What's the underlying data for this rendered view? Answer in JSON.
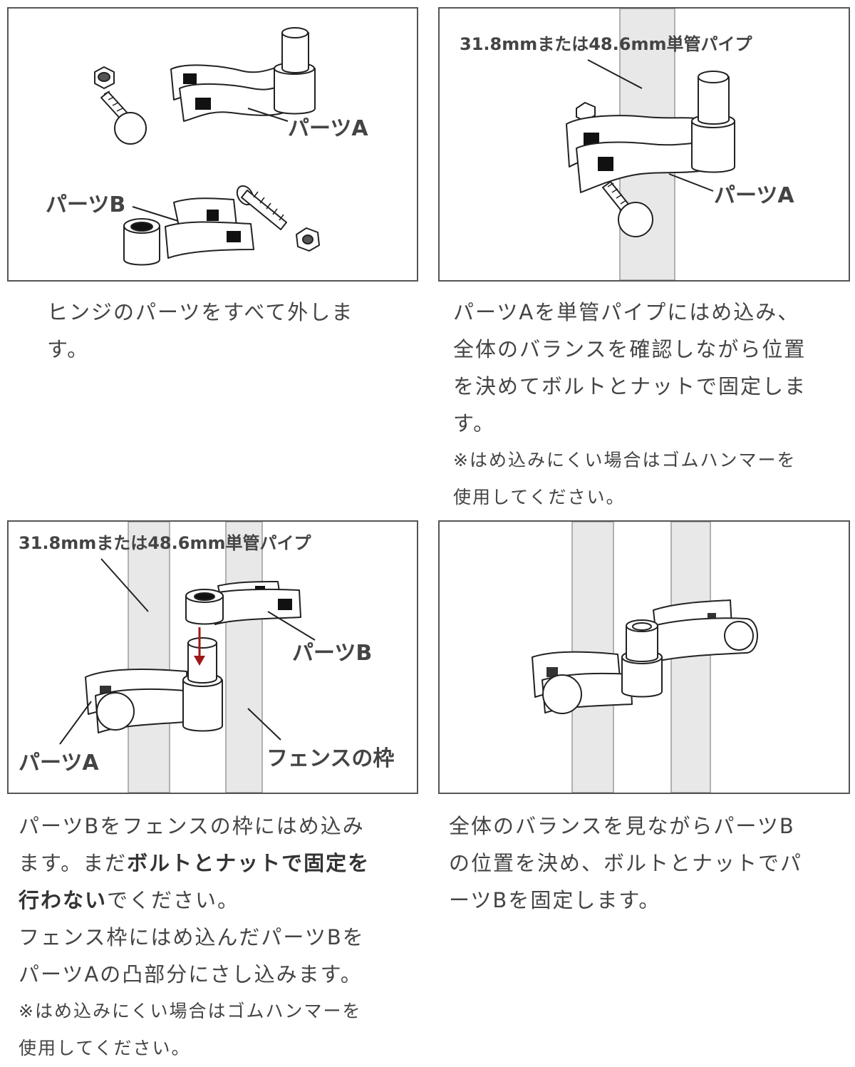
{
  "steps": [
    {
      "labels": {
        "part_a": "パーツA",
        "part_b": "パーツB"
      },
      "caption": [
        "ヒンジのパーツをすべて外しま",
        "す。"
      ]
    },
    {
      "labels": {
        "pipe": "31.8mmまたは48.6mm単管パイプ",
        "part_a": "パーツA"
      },
      "caption": [
        "パーツAを単管パイプにはめ込み、",
        "全体のバランスを確認しながら位置",
        "を決めてボルトとナットで固定しま",
        "す。"
      ],
      "note": [
        "※はめ込みにくい場合はゴムハンマーを",
        "使用してください。"
      ]
    },
    {
      "labels": {
        "pipe": "31.8mmまたは48.6mm単管パイプ",
        "part_b": "パーツB",
        "part_a": "パーツA",
        "fence_frame": "フェンスの枠"
      },
      "caption": {
        "line1": "パーツBをフェンスの枠にはめ込み",
        "line2_plain": "ます。まだ",
        "line2_bold": "ボルトとナットで固定を",
        "line3_bold": "行わない",
        "line3_plain": "でください。",
        "line4": "フェンス枠にはめ込んだパーツBを",
        "line5": "パーツAの凸部分にさし込みます。"
      },
      "note": [
        "※はめ込みにくい場合はゴムハンマーを",
        "使用してください。"
      ]
    },
    {
      "labels": {},
      "caption": [
        "全体のバランスを見ながらパーツB",
        "の位置を決め、ボルトとナットでパ",
        "ーツBを固定します。"
      ]
    }
  ],
  "colors": {
    "frame_border": "#555555",
    "pipe_fill": "#e8e8e8",
    "label_text": "#444444",
    "arrow": "#a01818"
  }
}
